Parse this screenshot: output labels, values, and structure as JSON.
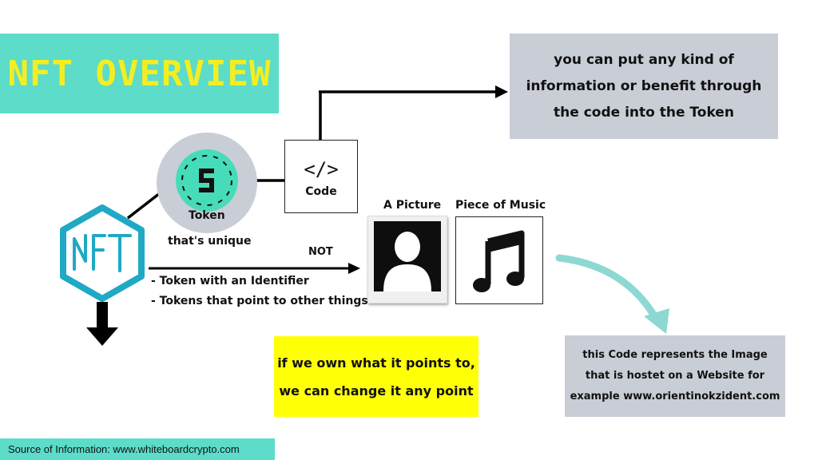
{
  "title": "NFT OVERVIEW",
  "info_box": "you can put any kind of\ninformation or benefit through\nthe code into the Token",
  "code": {
    "glyph": "</>",
    "label": "Code"
  },
  "token": {
    "label": "Token",
    "sublabel": "that's unique"
  },
  "nft_icon": {
    "text": "NFT"
  },
  "not_label": "NOT",
  "token_list": [
    "- Token with an Identifier",
    "- Tokens that point to other things"
  ],
  "picture_label": "A Picture",
  "music_label": "Piece of Music",
  "yellow_note": "if we own what it points to,\nwe can change it any point",
  "grey_note": "this Code represents the Image\nthat is hostet on a Website for\nexample www.orientinokzident.com",
  "source": "Source of Information: www.whiteboardcrypto.com",
  "colors": {
    "teal": "#5cdcc9",
    "title_yellow": "#f4ee21",
    "note_yellow": "#ffff06",
    "grey": "#c9cdd6",
    "nft_blue": "#1fa9c4"
  },
  "icons": [
    "code-icon",
    "token-coin-icon",
    "nft-hexagon-icon",
    "person-icon",
    "music-note-icon",
    "down-arrow-icon",
    "curved-arrow-icon"
  ]
}
